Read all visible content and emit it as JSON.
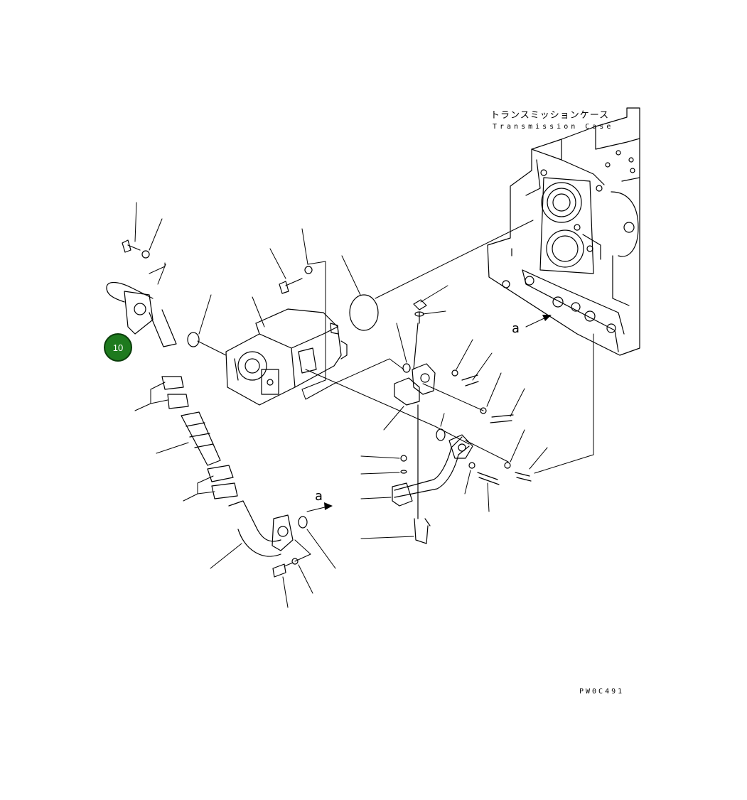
{
  "diagram": {
    "label_jp": "トランスミッションケース",
    "label_en": "Transmission Case",
    "arrow_label_1": "a",
    "arrow_label_2": "a",
    "drawing_code": "PW0C491",
    "callout": {
      "number": "10",
      "color": "#1e7a1e"
    }
  }
}
